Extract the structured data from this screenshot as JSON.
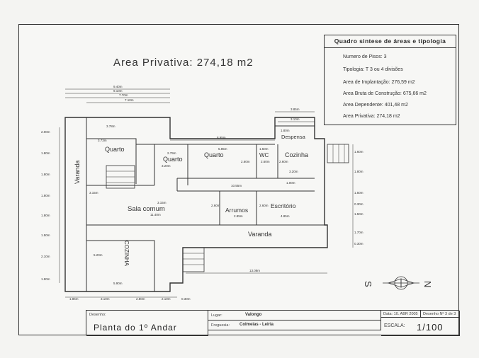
{
  "title": "Area Privativa: 274,18 m2",
  "summary": {
    "heading": "Quadro sintese de áreas e tipologia",
    "lines": [
      "Numero de Pisos: 3",
      "Tipologia: T 3 ou 4 divisões",
      "Area de Implantação: 276,59 m2",
      "Area Bruta de Construção: 675,66 m2",
      "Area Dependente: 401,48 m2",
      "Area Privativa: 274,18 m2"
    ]
  },
  "rooms": {
    "quarto1": "Quarto",
    "quarto2": "Quarto",
    "quarto3": "Quarto",
    "wc": "WC",
    "cozinha": "Cozinha",
    "despensa": "Despensa",
    "sala": "Sala comum",
    "arrumos": "Arrumos",
    "escritorio": "Escritório",
    "varanda_side": "Varanda",
    "varanda_bottom": "Varanda",
    "cozinha_lower": "COZINHA"
  },
  "dims": {
    "top1": "9.40m",
    "top2": "9.10m",
    "top3": "7.70m",
    "top4": "7.10m",
    "d_386": "3.85m",
    "d_310": "3.10m",
    "d_180": "1.80m",
    "d_895": "8.95m",
    "d_378": "3.78m",
    "d_373": "3.73m",
    "d_585": "5.85m",
    "d_279": "2.79m",
    "d_320a": "3.20m",
    "d_150": "1.50m",
    "d_260a": "2.60m",
    "d_260b": "2.60m",
    "d_260c": "2.60m",
    "d_320b": "3.20m",
    "d_100": "1.00m",
    "d_1055": "10.55m",
    "d_315a": "3.15m",
    "d_315b": "3.15m",
    "d_1140": "11.40m",
    "d_260d": "2.60m",
    "d_260e": "2.60m",
    "d_285": "2.85m",
    "d_485": "4.85m",
    "d_520": "5.20m",
    "d_590": "5.90m",
    "d_1308": "13.08m",
    "l_200": "2.00m",
    "l_180a": "1.80m",
    "l_180b": "1.80m",
    "l_180c": "1.80m",
    "l_180d": "1.80m",
    "l_150": "1.50m",
    "l_210": "2.10m",
    "l_190": "1.90m",
    "r_160": "1.60m",
    "r_180": "1.80m",
    "r_150a": "1.50m",
    "r_030a": "0.30m",
    "r_150b": "1.50m",
    "r_170": "1.70m",
    "r_030b": "0.30m",
    "b_186": "1.86m",
    "b_310": "3.10m",
    "b_280": "2.80m",
    "b_210": "2.10m",
    "b_030": "0.30m"
  },
  "compass": {
    "south": "S",
    "north": "N"
  },
  "title_block": {
    "desenho_label": "Desenho:",
    "drawing_name": "Planta do 1º Andar",
    "lugar_label": "Lugar:",
    "lugar_value": "Valongo",
    "freguesia_label": "Freguesia:",
    "freguesia_value": "Colmeias - Leiria",
    "data_label": "Data: 10. ABR 2005",
    "desenho_no_label": "Desenho Nº 3 de 3",
    "escala_label": "ESCALA:",
    "escala_value": "1/100"
  },
  "colors": {
    "line": "#333333",
    "paper": "#f7f7f5"
  }
}
